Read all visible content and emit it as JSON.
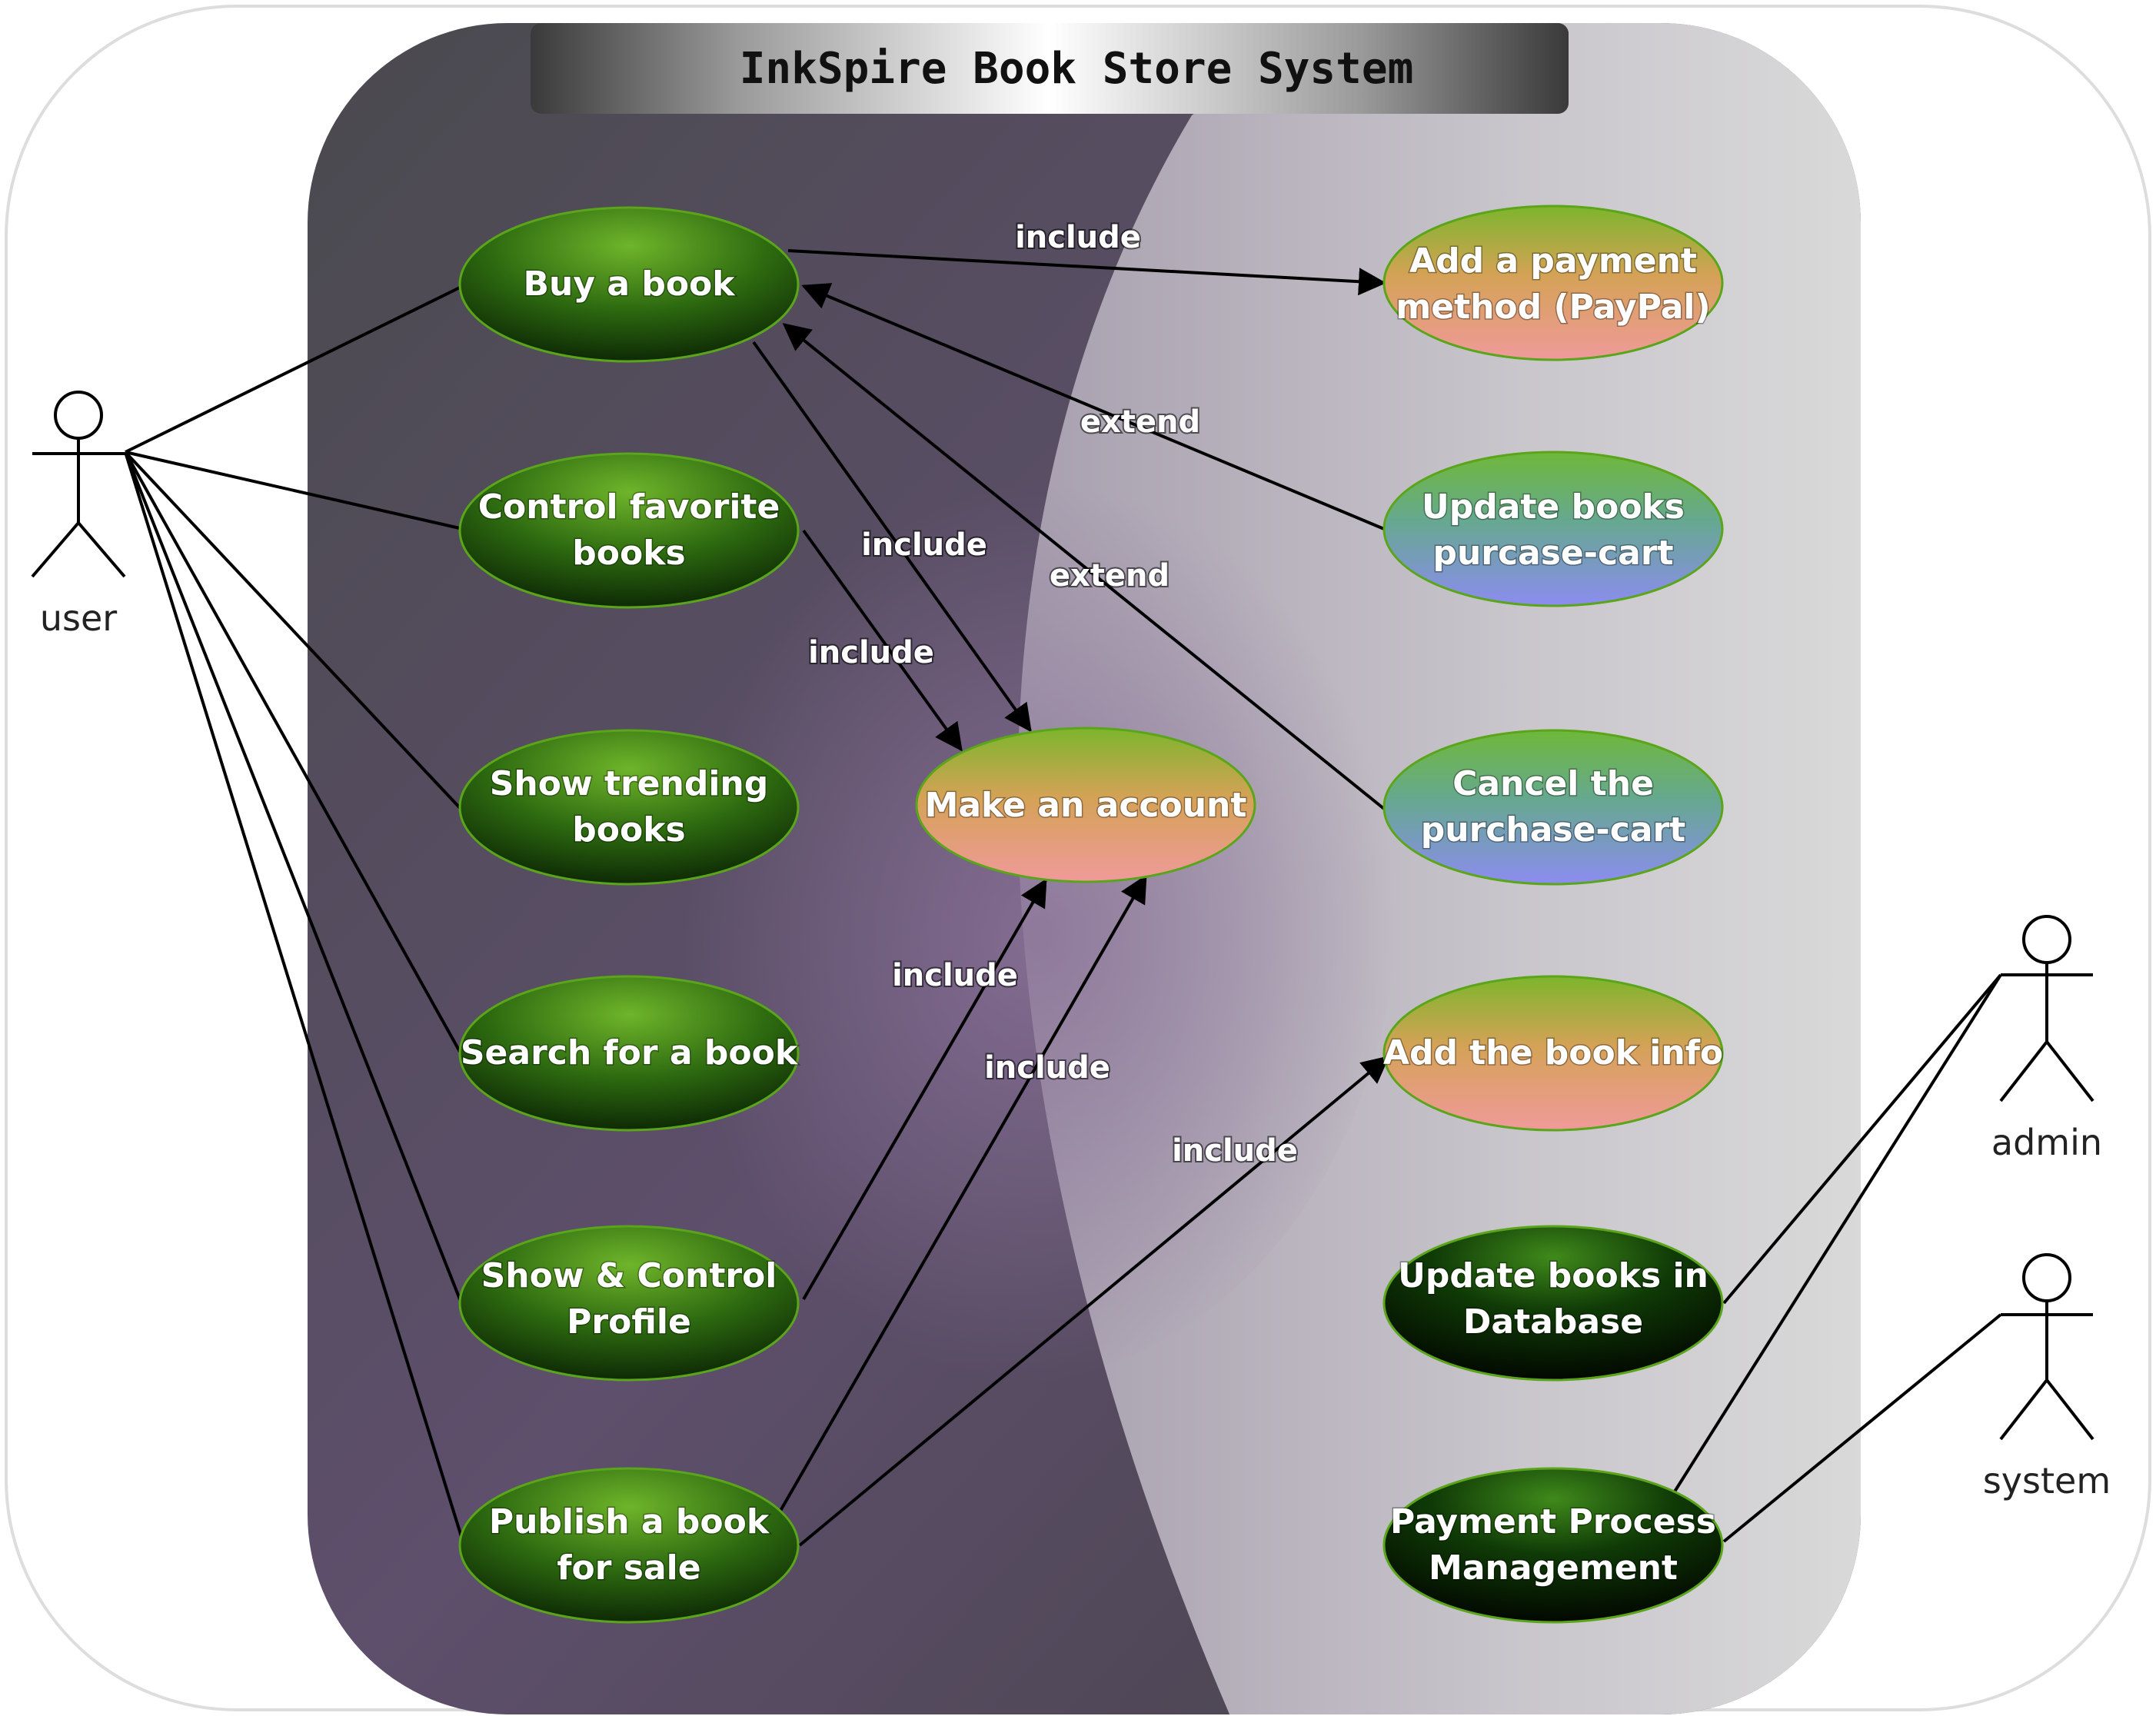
{
  "title": "InkSpire Book Store System",
  "actors": {
    "user": "user",
    "admin": "admin",
    "system": "system"
  },
  "use_cases": {
    "buy_book": [
      "Buy a book"
    ],
    "control_favorite": [
      "Control favorite",
      "books"
    ],
    "show_trending": [
      "Show trending",
      "books"
    ],
    "search_book": [
      "Search for a book"
    ],
    "show_control_profile": [
      "Show & Control",
      "Profile"
    ],
    "publish_book": [
      "Publish a book",
      "for sale"
    ],
    "make_account": [
      "Make an account"
    ],
    "add_payment": [
      "Add a payment",
      "method (PayPal)"
    ],
    "update_cart": [
      "Update books",
      "purcase-cart"
    ],
    "cancel_cart": [
      "Cancel the",
      "purchase-cart"
    ],
    "add_book_info": [
      "Add the book info"
    ],
    "update_db": [
      "Update books in",
      "Database"
    ],
    "payment_mgmt": [
      "Payment Process",
      "Management"
    ]
  },
  "relations": {
    "include_buy_payment": "include",
    "extend_update_buy": "extend",
    "include_buy_account": "include",
    "extend_cancel_buy": "extend",
    "include_fav_account": "include",
    "include_profile_account": "include",
    "include_publish_account": "include",
    "include_publish_bookinfo": "include"
  },
  "colors": {
    "dark_green_usecase": "#2f6a12",
    "orange_usecase": "#d9a65a",
    "blue_usecase": "#7f97e6",
    "black_usecase": "#0c2206",
    "system_boundary_dark": "#4a4550",
    "system_boundary_light": "#d6d6d6"
  }
}
